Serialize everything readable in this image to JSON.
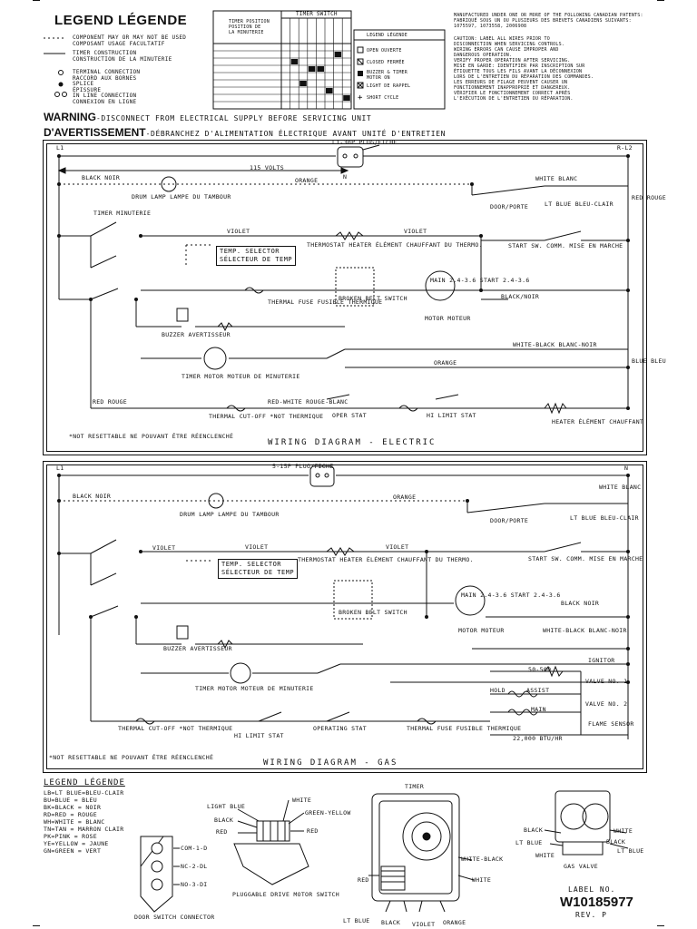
{
  "legend": {
    "title": "LEGEND LÉGENDE",
    "rows": [
      "COMPONENT MAY OR MAY NOT BE USED\nCOMPOSANT USAGE FACULTATIF",
      "TIMER CONSTRUCTION\nCONSTRUCTION DE LA MINUTERIE",
      "TERMINAL CONNECTION\nRACCORD AUX BORNES",
      "SPLICE\nÉPISSURE",
      "IN LINE CONNECTION\nCONNEXION EN LIGNE"
    ]
  },
  "timer_chart": {
    "switch_header": "TIMER SWITCH",
    "position_header": "TIMER POSITION\nPOSITION DE\nLA MINUTERIE",
    "legend_header": "LEGEND LÉGENDE",
    "legend_items": [
      "OPEN OUVERTE",
      "CLOSED FERMÉE",
      "BUZZER & TIMER\nMOTOR ON",
      "LIGHT DE RAPPEL",
      "SHORT CYCLE"
    ]
  },
  "notice": {
    "patents": "MANUFACTURED UNDER ONE OR MORE OF THE FOLLOWING CANADIAN PATENTS:\nFABRIQUÉ SOUS UN OU PLUSIEURS DES BREVETS CANADIENS SUIVANTS:\n1075597, 1073558, 2006908",
    "caution": "CAUTION: LABEL ALL WIRES PRIOR TO\nDISCONNECTION WHEN SERVICING CONTROLS.\nWIRING ERRORS CAN CAUSE IMPROPER AND\nDANGEROUS OPERATION.\nVERIFY PROPER OPERATION AFTER SERVICING.\nMISE EN GARDE: IDENTIFIER PAR INSCRIPTION SUR\nÉTIQUETTE TOUS LES FILS AVANT LA DÉCONNEXION\nLORS DE L'ENTRETIEN DU RÉPARATION DES COMMANDES.\nLES ERREURS DE FILAGE PEUVENT CAUSER UN\nFONCTIONNEMENT INAPPROPRIÉ ET DANGEREUX.\nVÉRIFIER LE FONCTIONNEMENT CORRECT APRÈS\nL'EXÉCUTION DE L'ENTRETIEN OU RÉPARATION."
  },
  "warning": {
    "en_label": "WARNING",
    "en_text": "-DISCONNECT FROM ELECTRICAL SUPPLY BEFORE SERVICING UNIT",
    "fr_label": "D'AVERTISSEMENT",
    "fr_text": "-DÉBRANCHEZ D'ALIMENTATION ÉLECTRIQUE AVANT UNITÉ D'ENTRETIEN"
  },
  "electric": {
    "title": "WIRING DIAGRAM - ELECTRIC",
    "plug": "L1-30P\nPLUG/FICHE",
    "volts": "115 VOLTS",
    "l1": "L1",
    "l2": "R-L2",
    "n": "N",
    "black_noir": "BLACK\nNOIR",
    "orange": "ORANGE",
    "white_blanc": "WHITE\nBLANC",
    "drum_lamp": "DRUM LAMP\nLAMPE DU TAMBOUR",
    "timer": "TIMER\nMINUTERIE",
    "violet": "VIOLET",
    "door": "DOOR/PORTE",
    "lt_blue": "LT BLUE\nBLEU-CLAIR",
    "temp_selector": "TEMP. SELECTOR\nSÉLECTEUR DE TEMP",
    "thermostat_heater": "THERMOSTAT HEATER\nÉLÉMENT CHAUFFANT DU THERMO.",
    "start_sw": "START SW. COMM.\nMISE EN MARCHE",
    "thermal_fuse": "THERMAL FUSE\nFUSIBLE THERMIQUE",
    "broken_belt": "BROKEN BELT\nSWITCH",
    "motor": "MOTOR\nMOTEUR",
    "main_start": "MAIN\n2.4-3.6\nSTART\n2.4-3.6",
    "buzzer": "BUZZER\nAVERTISSEUR",
    "timer_motor": "TIMER MOTOR\nMOTEUR DE MINUTERIE",
    "white_black": "WHITE-BLACK\nBLANC-NOIR",
    "black_noir_r": "BLACK/NOIR",
    "red_rouge": "RED\nROUGE",
    "thermal_cutoff": "THERMAL CUT-OFF\n*NOT THERMIQUE",
    "red_white": "RED-WHITE\nROUGE-BLANC",
    "cycling_stat": "OPER\nSTAT",
    "hi_limit": "HI LIMIT\nSTAT",
    "heater": "HEATER\nÉLÉMENT CHAUFFANT",
    "red_side": "RED\nROUGE",
    "blue_side": "BLUE\nBLEU",
    "not_resettable": "*NOT RESETTABLE\nNE POUVANT ÊTRE RÉENCLENCHÉ"
  },
  "gas": {
    "title": "WIRING DIAGRAM - GAS",
    "plug": "5-15P\nPLUG/FICHE",
    "l1": "L1",
    "n": "N",
    "black_noir": "BLACK\nNOIR",
    "orange": "ORANGE",
    "white_blanc": "WHITE\nBLANC",
    "drum_lamp": "DRUM LAMP\nLAMPE DU TAMBOUR",
    "violet": "VIOLET",
    "door": "DOOR/PORTE",
    "lt_blue": "LT BLUE\nBLEU-CLAIR",
    "temp_selector": "TEMP. SELECTOR\nSÉLECTEUR DE TEMP",
    "thermostat_heater": "THERMOSTAT HEATER\nÉLÉMENT CHAUFFANT DU THERMO.",
    "start_sw": "START SW. COMM.\nMISE EN MARCHE",
    "broken_belt": "BROKEN BELT\nSWITCH",
    "motor": "MOTOR\nMOTEUR",
    "main_start": "MAIN\n2.4-3.6\nSTART\n2.4-3.6",
    "buzzer": "BUZZER\nAVERTISSEUR",
    "timer_motor": "TIMER MOTOR\nMOTEUR DE MINUTERIE",
    "white_black": "WHITE-BLACK\nBLANC-NOIR",
    "ignitor": "IGNITOR",
    "hold": "HOLD",
    "assist": "ASSIST",
    "main": "MAIN",
    "ohms": "50-500",
    "valve1": "VALVE NO. 1",
    "valve2": "VALVE NO. 2",
    "flame_sensor": "FLAME\nSENSOR",
    "btu": "22,000 BTU/HR",
    "thermal_cutoff": "THERMAL CUT-OFF\n*NOT THERMIQUE",
    "thermal_fuse": "THERMAL FUSE\nFUSIBLE THERMIQUE",
    "operating_stat": "OPERATING\nSTAT",
    "hi_limit": "HI LIMIT\nSTAT",
    "not_resettable": "*NOT RESETTABLE\nNE POUVANT ÊTRE RÉENCLENCHÉ"
  },
  "color_legend": {
    "title": "LEGEND LÉGENDE",
    "rows": "LB=LT BLUE=BLEU-CLAIR\nBU=BLUE = BLEU\nBK=BLACK = NOIR\nRD=RED = ROUGE\nWH=WHITE = BLANC\nTN=TAN = MARRON CLAIR\nPK=PINK = ROSE\nYE=YELLOW = JAUNE\nGN=GREEN = VERT"
  },
  "door_switch": {
    "caption": "DOOR SWITCH\nCONNECTOR",
    "labels": [
      "COM-1-D",
      "NC-2-DL",
      "NO-3-DI"
    ]
  },
  "drive_switch": {
    "caption": "PLUGGABLE\nDRIVE MOTOR SWITCH",
    "labels": [
      "LIGHT BLUE",
      "BLACK",
      "RED",
      "WHITE",
      "GREEN-YELLOW",
      "RED"
    ]
  },
  "timer_diagram": {
    "caption": "TIMER",
    "labels": [
      "WHITE-BLACK",
      "WHITE",
      "RED",
      "LT BLUE",
      "BLACK",
      "VIOLET",
      "ORANGE"
    ]
  },
  "gas_valve": {
    "caption": "GAS VALVE",
    "labels": [
      "BLACK",
      "LT BLUE",
      "WHITE",
      "WHITE",
      "BLACK",
      "LT BLUE"
    ]
  },
  "label": {
    "label_no": "LABEL NO.",
    "number": "W10185977",
    "rev": "REV. P"
  }
}
